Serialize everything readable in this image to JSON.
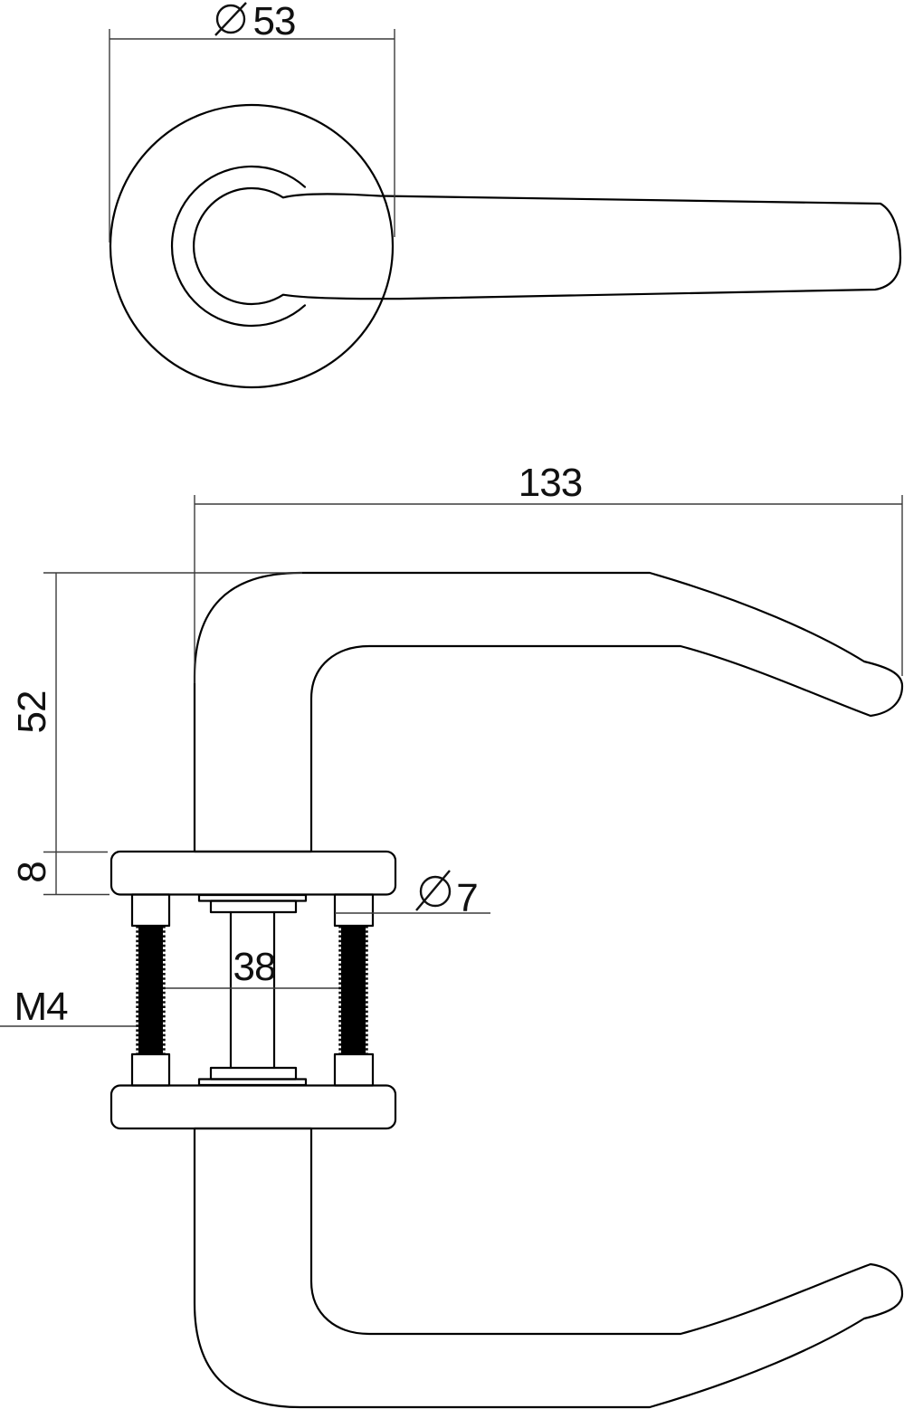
{
  "drawing": {
    "background": "#ffffff",
    "part_line_color": "#000000",
    "dimension_line_color": "#3c3c3c",
    "text_color": "#111111",
    "dimensions": {
      "rosette_diameter": {
        "icon": "diameter-icon",
        "value": "53"
      },
      "handle_length": {
        "value": "133"
      },
      "handle_height": {
        "value": "52"
      },
      "rosette_thickness": {
        "value": "8"
      },
      "screw_spacing": {
        "value": "38"
      },
      "screw_head_diameter": {
        "icon": "diameter-icon",
        "value": "7"
      },
      "thread_size": {
        "value": "M4"
      }
    }
  }
}
